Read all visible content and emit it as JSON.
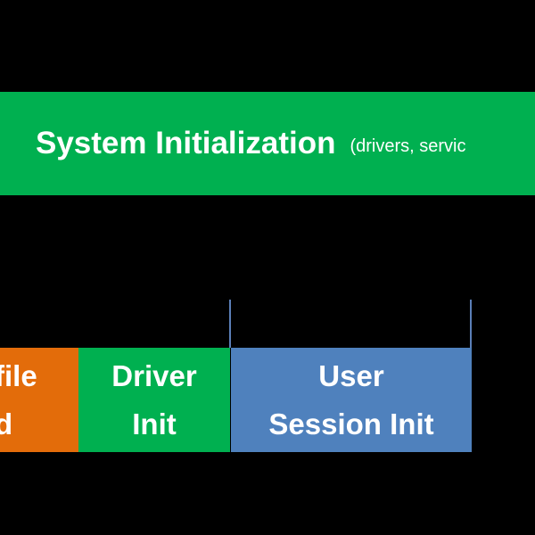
{
  "colors": {
    "background": "#000000",
    "green": "#00b050",
    "orange": "#e36c0a",
    "blue": "#4f81bd",
    "marker": "#5b7fb8",
    "text": "#ffffff"
  },
  "banner": {
    "title": "System Initialization",
    "note": "(drivers, servic"
  },
  "blocks": [
    {
      "line1": "file",
      "line2": "d"
    },
    {
      "line1": "Driver",
      "line2": "Init"
    },
    {
      "line1": "User",
      "line2": "Session Init"
    }
  ]
}
